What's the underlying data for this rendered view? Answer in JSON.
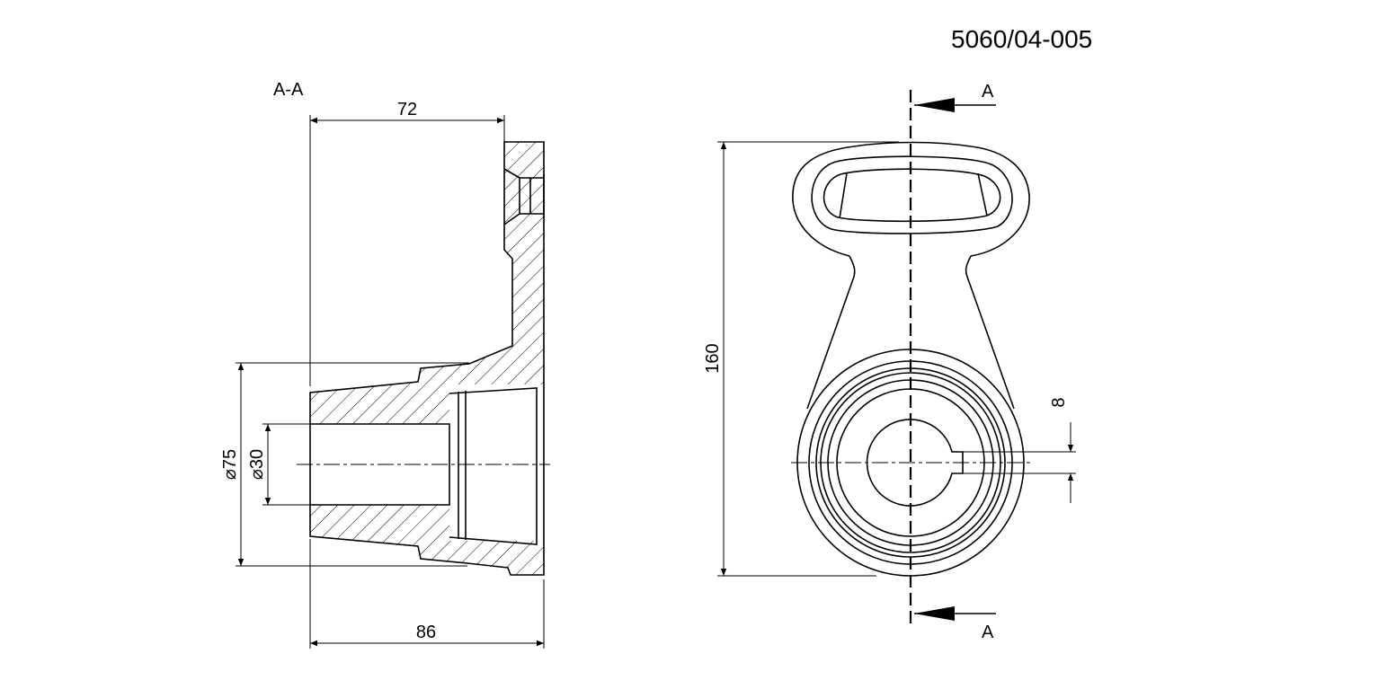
{
  "drawing_number": "5060/04-005",
  "section_view": {
    "label": "A-A",
    "dims": {
      "top_width": "72",
      "bottom_width": "86",
      "outer_diameter": "⌀75",
      "inner_diameter": "⌀30"
    }
  },
  "front_view": {
    "cut_label_top": "A",
    "cut_label_bottom": "A",
    "dims": {
      "height": "160",
      "key_width": "8"
    }
  },
  "colors": {
    "line": "#000000",
    "background": "#ffffff"
  }
}
